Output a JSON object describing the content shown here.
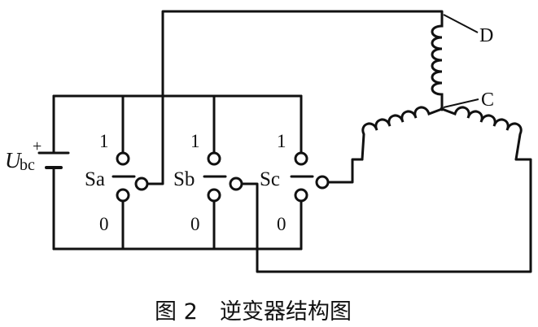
{
  "source_label": {
    "main": "U",
    "subscript": "bc",
    "polarity": "+"
  },
  "switches": [
    {
      "name": "Sa",
      "top_label": "1",
      "bottom_label": "0"
    },
    {
      "name": "Sb",
      "top_label": "1",
      "bottom_label": "0"
    },
    {
      "name": "Sc",
      "top_label": "1",
      "bottom_label": "0"
    }
  ],
  "node_labels": {
    "d": "D",
    "c": "C"
  },
  "caption": {
    "number": "图 2",
    "title": "逆变器结构图"
  }
}
